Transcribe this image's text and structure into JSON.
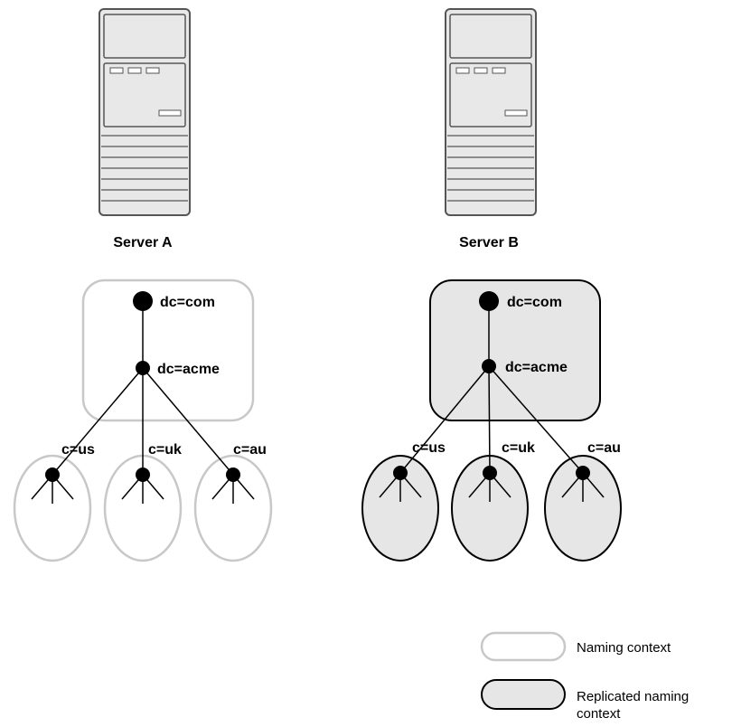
{
  "servers": [
    {
      "label": "Server A",
      "tree": {
        "root": "dc=com",
        "child": "dc=acme",
        "leaves": [
          "c=us",
          "c=uk",
          "c=au"
        ],
        "replicated": false
      }
    },
    {
      "label": "Server B",
      "tree": {
        "root": "dc=com",
        "child": "dc=acme",
        "leaves": [
          "c=us",
          "c=uk",
          "c=au"
        ],
        "replicated": true
      }
    }
  ],
  "legend": {
    "naming_context": "Naming context",
    "replicated_line1": "Replicated naming",
    "replicated_line2": "context"
  },
  "colors": {
    "context_stroke": "#c8c8c8",
    "replicated_fill": "#e6e6e6",
    "replicated_stroke": "#000000",
    "server_fill": "#e8e8e8",
    "server_stroke": "#555555",
    "node": "#000000"
  },
  "icons": [
    "server-tower-icon"
  ]
}
